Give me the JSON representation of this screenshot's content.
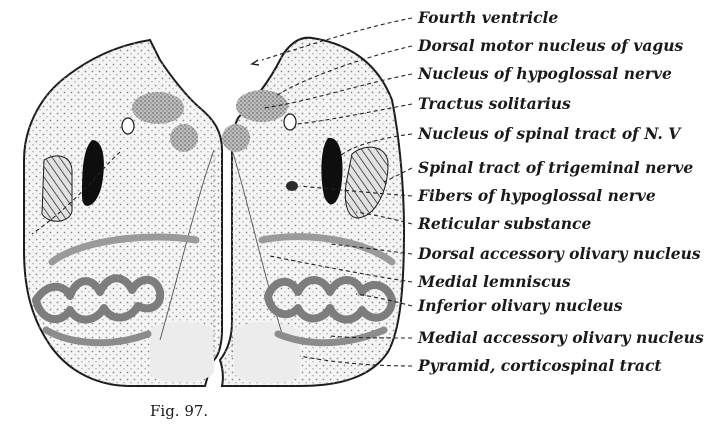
{
  "figure": {
    "caption": "Fig. 97."
  },
  "labels": [
    "Fourth ventricle",
    "Dorsal motor nucleus of vagus",
    "Nucleus of hypoglossal nerve",
    "Tractus solitarius",
    "Nucleus of spinal tract of N. V",
    "Spinal tract of trigeminal nerve",
    "Fibers of hypoglossal nerve",
    "Reticular substance",
    "Dorsal accessory olivary nucleus",
    "Medial lemniscus",
    "Inferior olivary nucleus",
    "Medial accessory olivary nucleus",
    "Pyramid, corticospinal tract"
  ],
  "colors": {
    "ink": "#1b1b1b",
    "stipple": "#8a8a8a",
    "nucleus": "#9c9c9c"
  }
}
